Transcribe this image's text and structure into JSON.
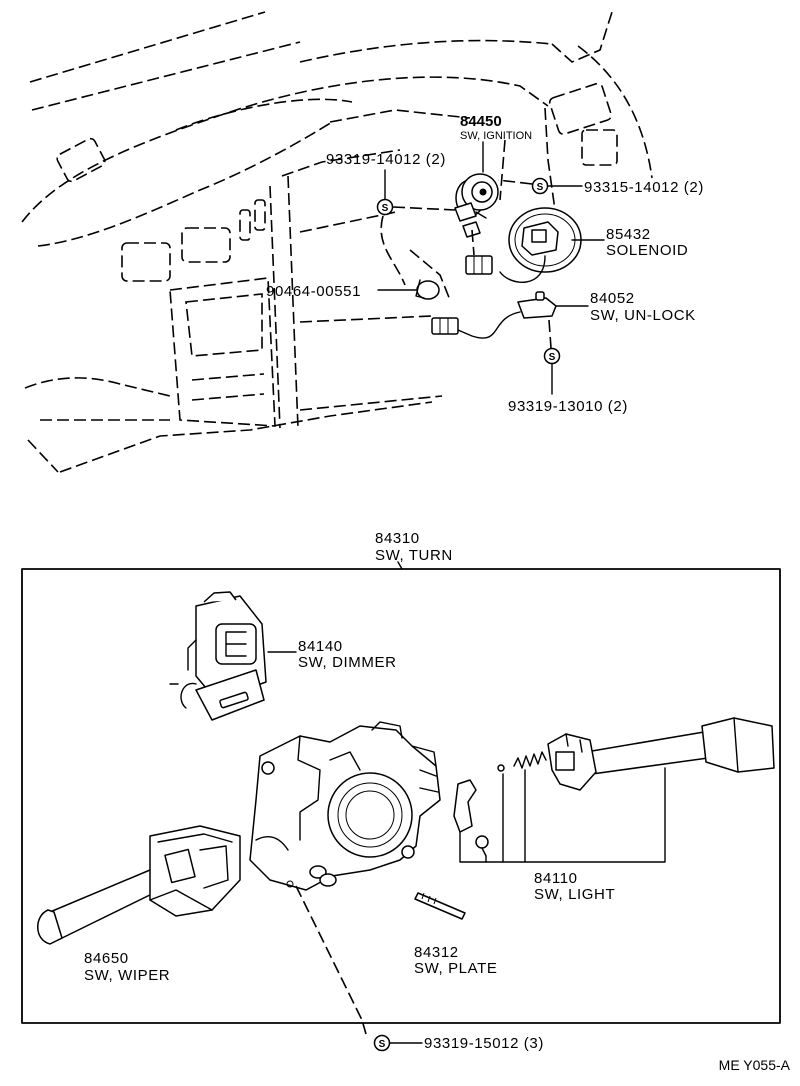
{
  "screw_symbol": "S",
  "upper": {
    "ignition_switch": {
      "part_no": "84450",
      "name": "SW, IGNITION"
    },
    "screw_left": {
      "part_no": "93319-14012 (2)"
    },
    "screw_right": {
      "part_no": "93315-14012 (2)"
    },
    "solenoid": {
      "part_no": "85432",
      "name": "SOLENOID"
    },
    "clamp": {
      "part_no": "90464-00551"
    },
    "unlock_switch": {
      "part_no": "84052",
      "name": "SW, UN-LOCK"
    },
    "screw_lower": {
      "part_no": "93319-13010 (2)"
    }
  },
  "lower": {
    "turn_switch": {
      "part_no": "84310",
      "name": "SW, TURN"
    },
    "dimmer_switch": {
      "part_no": "84140",
      "name": "SW, DIMMER"
    },
    "light_switch": {
      "part_no": "84110",
      "name": "SW, LIGHT"
    },
    "wiper_switch": {
      "part_no": "84650",
      "name": "SW, WIPER"
    },
    "plate": {
      "part_no": "84312",
      "name": "SW, PLATE"
    },
    "screw_bottom": {
      "part_no": "93319-15012 (3)"
    }
  },
  "figure_code": "ME Y055-A"
}
